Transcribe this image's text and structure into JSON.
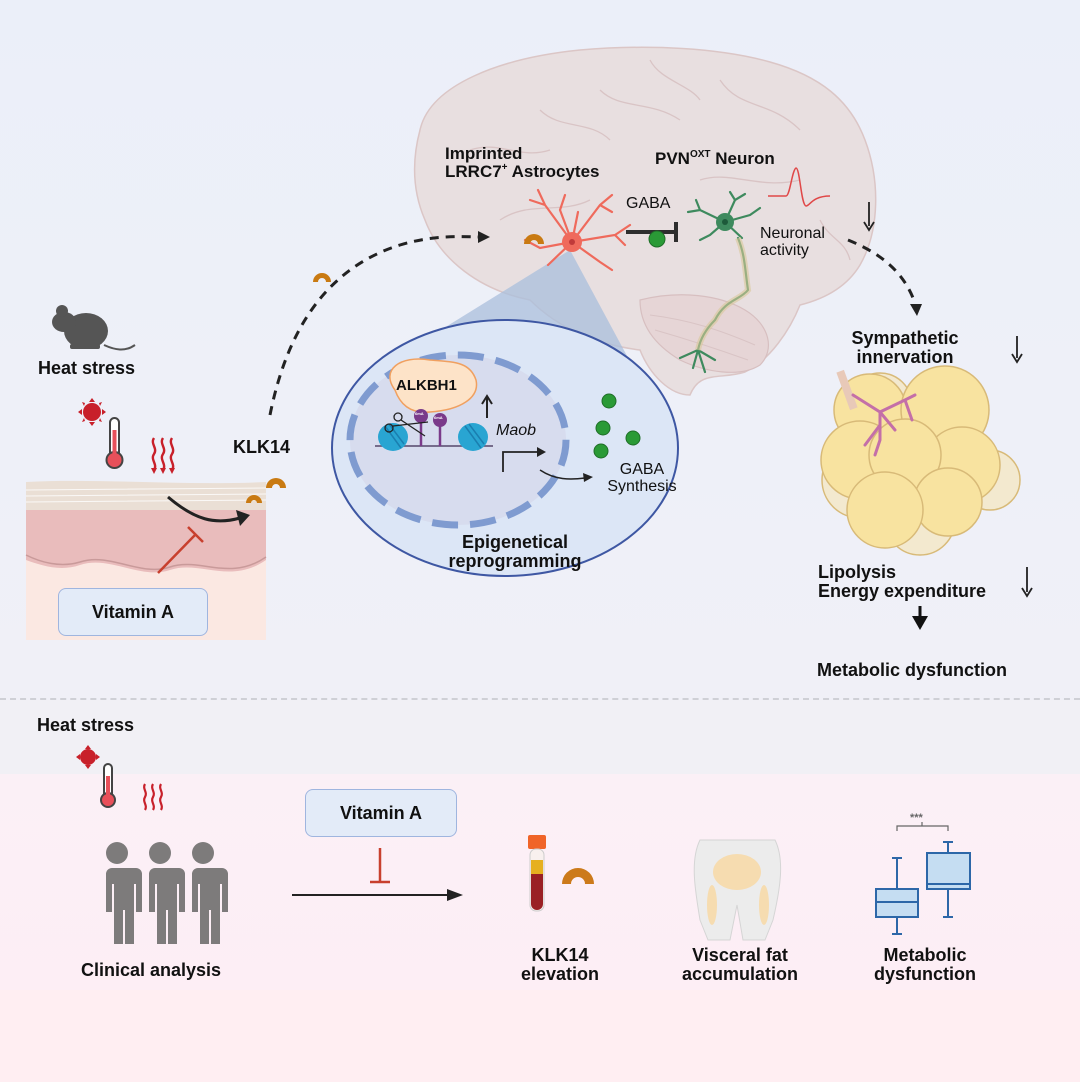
{
  "figure": {
    "type": "graphical abstract",
    "colors": {
      "background_top": "#edf0f8",
      "background_bottom": "#fdeef5",
      "klk14_protein": "#c97a12",
      "astrocyte": "#ef6a5c",
      "neuron": "#3e8a5e",
      "gaba_dot": "#2a9a36",
      "heat_red": "#c8202a",
      "inhibition_red": "#c8402e",
      "adipocyte": "#f8e3a0",
      "nerve": "#c46fa8",
      "boxplot_blue": "#2d67a8"
    }
  },
  "top_panel": {
    "mouse": {
      "icon": "mouse-icon",
      "label": "Heat stress"
    },
    "heat_icons": [
      "sun-icon",
      "thermometer-icon",
      "heat-waves-icon"
    ],
    "skin": {
      "icon": "skin-tissue-icon",
      "inhibitor_label": "Vitamin A"
    },
    "secreted_protein": "KLK14",
    "brain": {
      "astrocyte_label_line1": "Imprinted",
      "astrocyte_label_line2_main": "LRRC7",
      "astrocyte_label_line2_sup": "+",
      "astrocyte_label_line2_rest": " Astrocytes",
      "neuron_label_main": "PVN",
      "neuron_label_sup": "OXT",
      "neuron_label_rest": " Neuron",
      "signal": "GABA",
      "neuron_activity_line1": "Neuronal",
      "neuron_activity_line2": "activity",
      "neuron_activity_direction": "down"
    },
    "nucleus": {
      "enzyme": "ALKBH1",
      "enzyme_direction": "up",
      "mark_labels": [
        "6mA",
        "6mA"
      ],
      "gene": "Maob",
      "product_line1": "GABA",
      "product_line2": "Synthesis",
      "caption_line1": "Epigenetical",
      "caption_line2": "reprogramming"
    },
    "adipose": {
      "innervation_line1": "Sympathetic",
      "innervation_line2": "innervation",
      "innervation_direction": "down",
      "effect_line1": "Lipolysis",
      "effect_line2": "Energy expenditure",
      "effect_direction": "down",
      "outcome": "Metabolic dysfunction"
    }
  },
  "bottom_panel": {
    "heat_label": "Heat stress",
    "cohort_label": "Clinical analysis",
    "inhibitor_label": "Vitamin A",
    "outcomes": [
      {
        "icon": "blood-tube-icon",
        "line1": "KLK14",
        "line2": "elevation"
      },
      {
        "icon": "body-fat-icon",
        "line1": "Visceral fat",
        "line2": "accumulation"
      },
      {
        "icon": "boxplot-icon",
        "line1": "Metabolic",
        "line2": "dysfunction"
      }
    ],
    "significance": "***"
  }
}
